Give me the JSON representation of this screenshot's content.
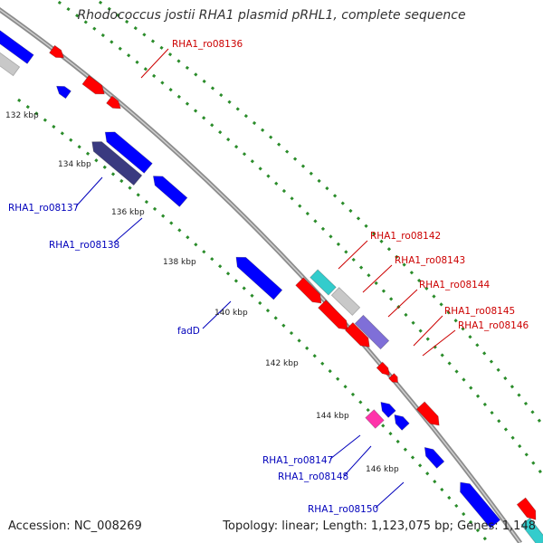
{
  "title": "Rhodococcus jostii RHA1 plasmid pRHL1, complete sequence",
  "accession": "Accession: NC_008269",
  "stats": "Topology: linear; Length: 1,123,075 bp; Genes: 1,148",
  "colors": {
    "backbone": "#8c8c8c",
    "tick_dots": "#2a8c2a",
    "forward_label": "#cc0000",
    "reverse_label": "#0000bb",
    "forward_gene": "#ff0000",
    "reverse_gene": "#0000ff",
    "hypothetical_reverse": "#3a3a80",
    "cyan": "#33cccc",
    "grey": "#c8c8c8",
    "purple": "#7f6fd8",
    "magenta": "#ff33aa"
  },
  "scale_ticks": [
    "132 kbp",
    "134 kbp",
    "136 kbp",
    "138 kbp",
    "140 kbp",
    "142 kbp",
    "144 kbp",
    "146 kbp"
  ],
  "forward_labels": [
    "RHA1_ro08136",
    "RHA1_ro08142",
    "RHA1_ro08143",
    "RHA1_ro08144",
    "RHA1_ro08145",
    "RHA1_ro08146"
  ],
  "reverse_labels": [
    "RHA1_ro08137",
    "RHA1_ro08138",
    "fadD",
    "RHA1_ro08147",
    "RHA1_ro08148",
    "RHA1_ro08150"
  ]
}
